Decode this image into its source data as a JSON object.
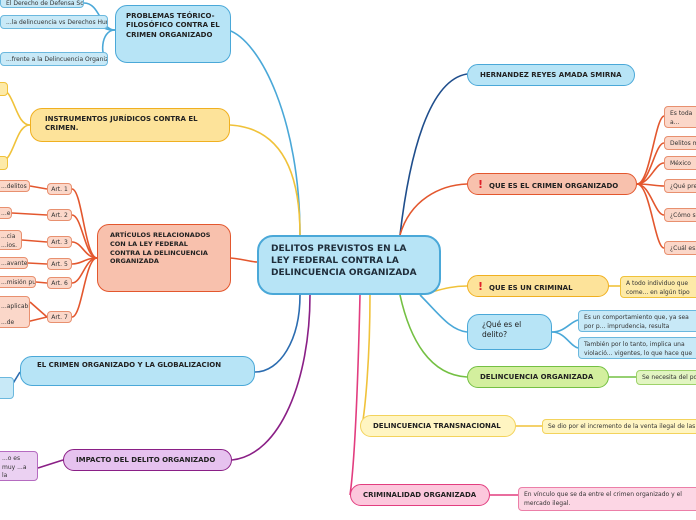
{
  "center": {
    "title": "DELITOS PREVISTOS EN LA LEY FEDERAL CONTRA LA DELINCUENCIA ORGANIZADA"
  },
  "right": {
    "author": "HERNANDEZ REYES AMADA SMIRNA",
    "organized_crime": {
      "title": "QUE ES EL CRIMEN ORGANIZADO",
      "leaves": [
        "Es toda a... personas...",
        "Delitos m...",
        "México",
        "¿Qué pres...",
        "¿Cómo se...",
        "¿Cuál es..."
      ]
    },
    "criminal": {
      "title": "QUE ES UN CRIMINAL",
      "leaf": "A todo individuo que come... en algún tipo de delito."
    },
    "what_is_crime": {
      "title": "¿Qué es el delito?",
      "leaves": [
        "Es un comportamiento que, ya sea por p... imprudencia, resulta contrario a lo estab...",
        "También por lo tanto, implica una violació... vigentes, lo que hace que merezca un ca..."
      ]
    },
    "delinquency": {
      "title": "DELINCUENCIA ORGANIZADA",
      "leaf": "Se necesita del poder..."
    },
    "transnational": {
      "title": "DELINCUENCIA TRANSNACIONAL",
      "leaf": "Se dio por el incremento de la venta ilegal de las drog..."
    },
    "criminality": {
      "title": "CRIMINALIDAD ORGANIZADA",
      "leaf": "En vínculo que se da entre el crimen organizado y el mercado ilegal."
    }
  },
  "left": {
    "problems": {
      "title": "PROBLEMAS TEÓRICO-FILOSÓFICO CONTRA EL CRIMEN ORGANIZADO",
      "leaves": [
        "El Derecho de Defensa Social",
        "...la delincuencia vs Derechos Humanos",
        "...frente a la Delincuencia Organizada"
      ]
    },
    "instruments": {
      "title": "INSTRUMENTOS JURÍDICOS CONTRA EL CRIMEN."
    },
    "articles": {
      "title": "ARTÍCULOS RELACIONADOS CON LA LEY FEDERAL CONTRA LA DELINCUENCIA ORGANIZADA",
      "items": [
        {
          "label": "Art. 1",
          "text": "...delitos"
        },
        {
          "label": "Art. 2",
          "text": "...e"
        },
        {
          "label": "Art. 3",
          "text": "...cia ...ios."
        },
        {
          "label": "Art. 5",
          "text": "...avantes."
        },
        {
          "label": "Art. 6",
          "text": "...misión punitiva."
        },
        {
          "label": "Art. 7",
          "text": "...aplicables ...de"
        }
      ]
    },
    "globalization": {
      "title": "EL CRIMEN ORGANIZADO Y LA GLOBALIZACION"
    },
    "impact": {
      "title": "IMPACTO DEL DELITO ORGANIZADO",
      "leaf": "...o es muy ...a la"
    }
  },
  "colors": {
    "blue_link": "#2b6cb0",
    "orange_link": "#e3572e",
    "yellow_link": "#f0b020",
    "green_link": "#74c043",
    "pink_link": "#e23d7f",
    "purple_link": "#8a1f86"
  }
}
